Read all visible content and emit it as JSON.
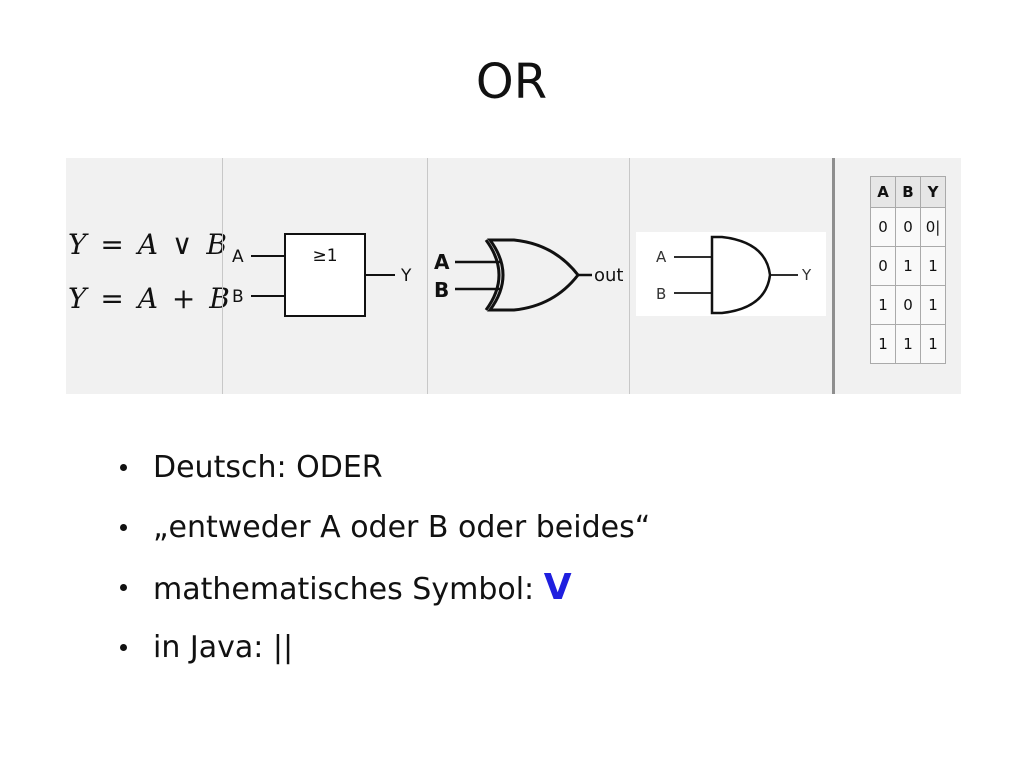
{
  "slide": {
    "title": "OR"
  },
  "formulas": [
    {
      "lhs": "Y",
      "eq": "=",
      "a": "A",
      "op": "∨",
      "b": "B"
    },
    {
      "lhs": "Y",
      "eq": "=",
      "a": "A",
      "op": "+",
      "b": "B"
    }
  ],
  "gates": {
    "iec": {
      "input_a": "A",
      "input_b": "B",
      "label": "≥1",
      "output": "Y"
    },
    "ansi": {
      "input_a": "A",
      "input_b": "B",
      "output": "out"
    },
    "din": {
      "input_a": "A",
      "input_b": "B",
      "output": "Y"
    }
  },
  "truth_table": {
    "headers": [
      "A",
      "B",
      "Y"
    ],
    "rows": [
      [
        "0",
        "0",
        "0|"
      ],
      [
        "0",
        "1",
        "1"
      ],
      [
        "1",
        "0",
        "1"
      ],
      [
        "1",
        "1",
        "1"
      ]
    ]
  },
  "bullets": [
    {
      "text": "Deutsch: ODER"
    },
    {
      "text": "„entweder A oder B oder beides“"
    },
    {
      "text": "mathematisches Symbol: ",
      "symbol": "V"
    },
    {
      "text": "in Java: ||"
    }
  ],
  "colors": {
    "symbol": "#1f1fdf",
    "strip_background": "#f1f1f1"
  }
}
